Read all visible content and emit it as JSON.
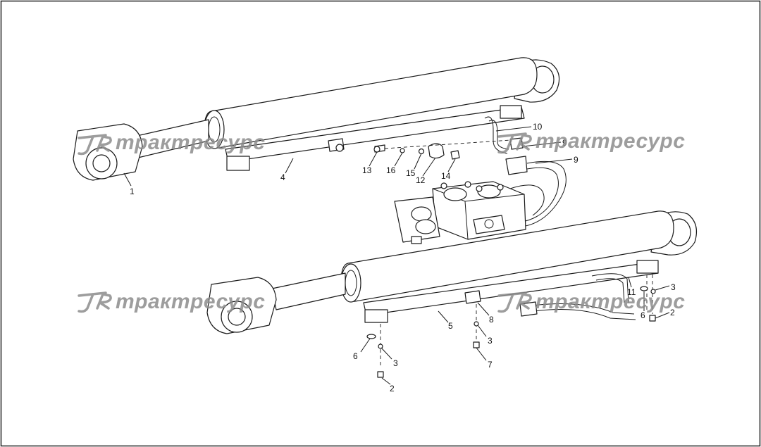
{
  "diagram": {
    "callouts": {
      "c1": "1",
      "c4": "4",
      "c10": "10",
      "c9a": "9",
      "c9b": "9",
      "c13": "13",
      "c16": "16",
      "c15": "15",
      "c12": "12",
      "c14": "14",
      "c11": "11",
      "c3a": "3",
      "c2a": "2",
      "c6a": "6",
      "c5": "5",
      "c8": "8",
      "c3b": "3",
      "c7": "7",
      "c6b": "6",
      "c3c": "3",
      "c2b": "2"
    }
  },
  "watermark": {
    "text": "трактресурс",
    "logo": "JR-logo-icon",
    "color": "#8c8c8c"
  }
}
